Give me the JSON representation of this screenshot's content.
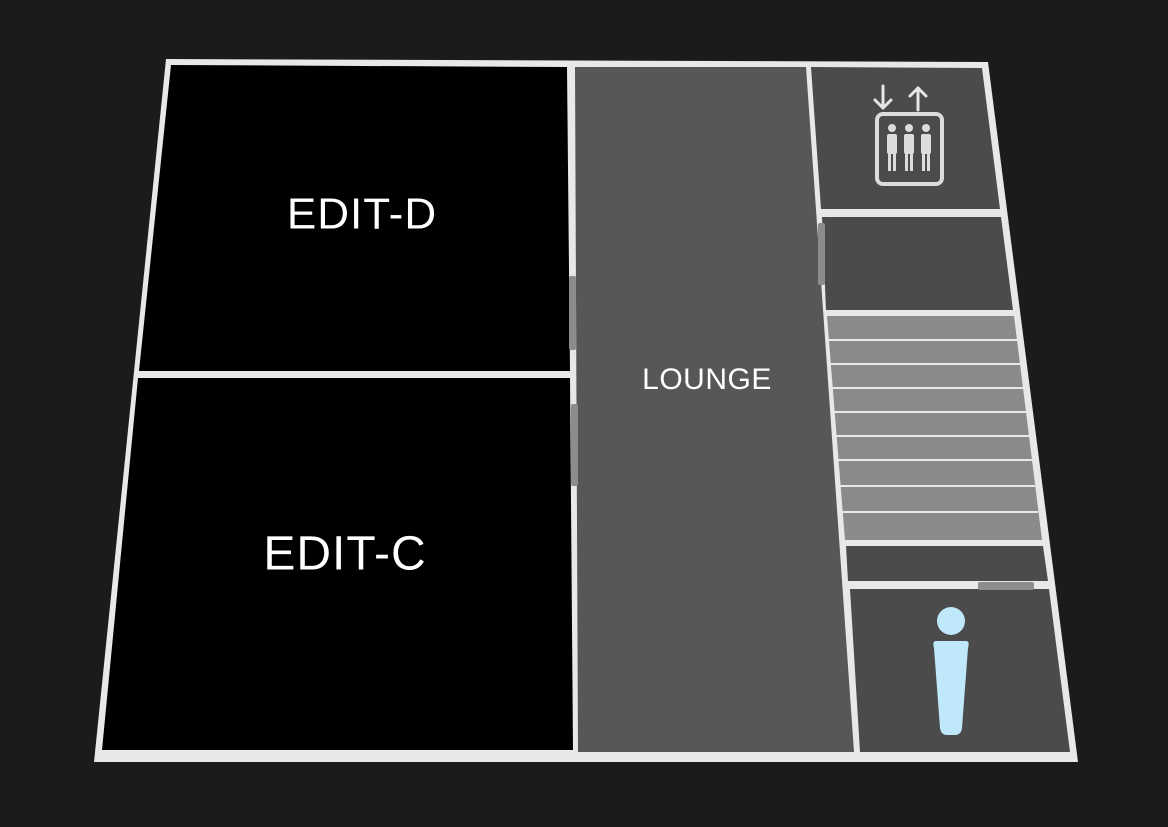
{
  "floorplan": {
    "rooms": {
      "edit_d": {
        "label": "EDIT-D"
      },
      "edit_c": {
        "label": "EDIT-C"
      },
      "lounge": {
        "label": "LOUNGE"
      }
    },
    "icons": {
      "elevator": "elevator-icon",
      "person": "person-icon",
      "stairs": "staircase"
    },
    "colors": {
      "background": "#1b1b1b",
      "wall": "#e8e8e8",
      "edit_room_fill": "#000000",
      "lounge_fill": "#575757",
      "service_fill": "#4b4b4b",
      "stair_fill": "#8a8a8a",
      "door": "#8c8c8c",
      "person_icon": "#bfe8fb"
    }
  }
}
